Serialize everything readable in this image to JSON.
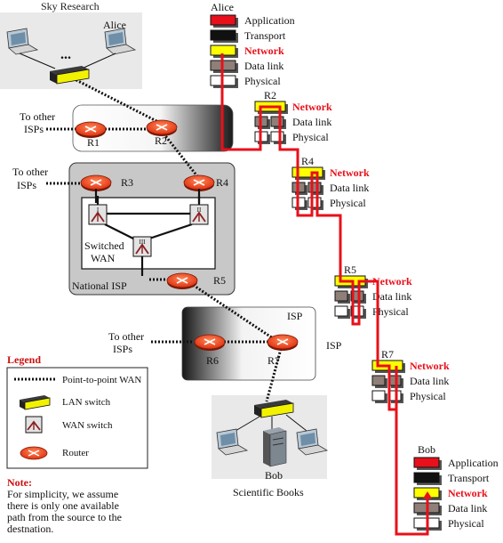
{
  "colors": {
    "application": "#e8101a",
    "transport": "#111111",
    "network_fill": "#ffff00",
    "datalink": "#8f7f78",
    "physical": "#ffffff",
    "path_line": "#e8101a",
    "network_text": "#e8101a",
    "legend_text": "#cc1010",
    "router": "#f2401a",
    "region_gray": "#c8c8c8",
    "region_light": "#e9e9e9"
  },
  "regions": {
    "sky_research": "Sky Research",
    "national_isp": "National ISP",
    "isp_box": "ISP",
    "switched_wan_line1": "Switched",
    "switched_wan_line2": "WAN",
    "scientific_books": "Scientific Books",
    "isp_middle": "ISP"
  },
  "hosts": {
    "alice": "Alice",
    "bob": "Bob",
    "ellipsis": "..."
  },
  "external": {
    "other_isps_line1": "To other",
    "other_isps_line2": "ISPs"
  },
  "routers": {
    "r1": "R1",
    "r2": "R2",
    "r3": "R3",
    "r4": "R4",
    "r5": "R5",
    "r6": "R6",
    "r7": "R7"
  },
  "wan_switches": {
    "s1": "I",
    "s2": "II",
    "s3": "III"
  },
  "stacks": {
    "alice": {
      "title": "Alice",
      "layers": [
        "Application",
        "Transport",
        "Network",
        "Data link",
        "Physical"
      ]
    },
    "r2": {
      "title": "R2",
      "layers": [
        "Network",
        "Data link",
        "Physical"
      ]
    },
    "r4": {
      "title": "R4",
      "layers": [
        "Network",
        "Data link",
        "Physical"
      ]
    },
    "r5": {
      "title": "R5",
      "layers": [
        "Network",
        "Data link",
        "Physical"
      ]
    },
    "r7": {
      "title": "R7",
      "layers": [
        "Network",
        "Data link",
        "Physical"
      ]
    },
    "bob": {
      "title": "Bob",
      "layers": [
        "Application",
        "Transport",
        "Network",
        "Data link",
        "Physical"
      ]
    }
  },
  "legend": {
    "title": "Legend",
    "items": [
      {
        "icon": "point-to-point-wan-icon",
        "label": "Point-to-point WAN"
      },
      {
        "icon": "lan-switch-icon",
        "label": "LAN switch"
      },
      {
        "icon": "wan-switch-icon",
        "label": "WAN switch"
      },
      {
        "icon": "router-icon",
        "label": "Router"
      }
    ]
  },
  "note": {
    "title": "Note:",
    "lines": [
      "For simplicity, we assume",
      "there is only one available",
      "path from the source to the",
      "destnation."
    ]
  }
}
